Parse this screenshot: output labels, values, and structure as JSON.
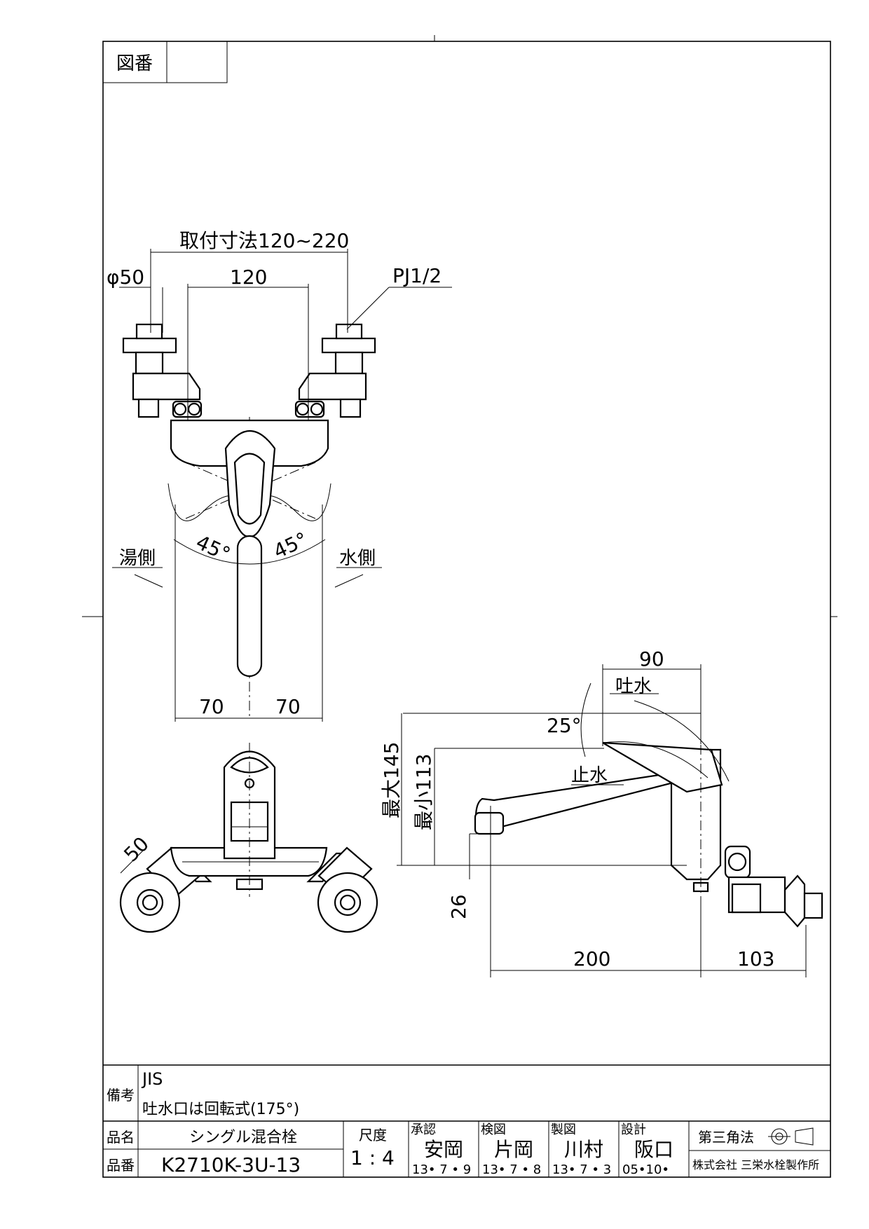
{
  "header": {
    "zuban_label": "図番",
    "zuban_value": ""
  },
  "front_view": {
    "mount_range": "取付寸法120~220",
    "diameter": "φ50",
    "center_span": "120",
    "pipe_thread": "PJ1/2",
    "hot_side": "湯側",
    "cold_side": "水側",
    "angle_left": "45°",
    "angle_right": "45°",
    "offset_left": "70",
    "offset_right": "70"
  },
  "bottom_view": {
    "offset": "50"
  },
  "side_view": {
    "top_width": "90",
    "spout_open": "吐水",
    "angle": "25°",
    "spout_stop": "止水",
    "max_height": "最大145",
    "min_height": "最小113",
    "bottom_offset": "26",
    "reach": "200",
    "depth": "103"
  },
  "title_block": {
    "remarks_label": "備考",
    "remarks_line1": "JIS",
    "remarks_line2": "吐水口は回転式(175°)",
    "name_label": "品名",
    "name_value": "シングル混合栓",
    "number_label": "品番",
    "number_value": "K2710K-3U-13",
    "scale_label": "尺度",
    "scale_value": "1 : 4",
    "approve_label": "承認",
    "approve_name": "安岡",
    "approve_date": "13• 7 • 9",
    "check_label": "検図",
    "check_name": "片岡",
    "check_date": "13• 7 • 8",
    "draw_label": "製図",
    "draw_name": "川村",
    "draw_date": "13• 7 • 3",
    "design_label": "設計",
    "design_name": "阪口",
    "design_date": "05•10•",
    "projection_label": "第三角法",
    "company": "株式会社 三栄水栓製作所"
  }
}
